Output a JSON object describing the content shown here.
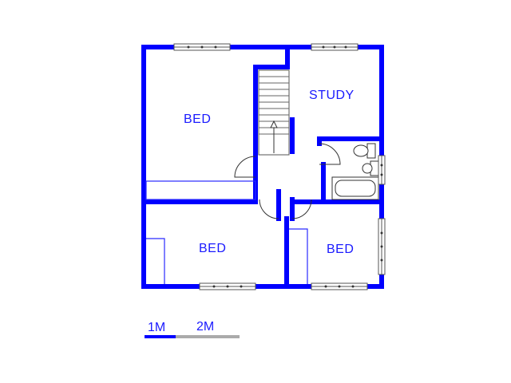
{
  "rooms": {
    "bed_top_left": "BED",
    "study": "STUDY",
    "bed_bottom_left": "BED",
    "bed_bottom_right": "BED"
  },
  "scale_bar": {
    "label_1": "1M",
    "label_2": "2M"
  },
  "colors": {
    "wall": "#0000ff",
    "label": "#1a1aff",
    "scale_secondary": "#aaaaaa"
  }
}
